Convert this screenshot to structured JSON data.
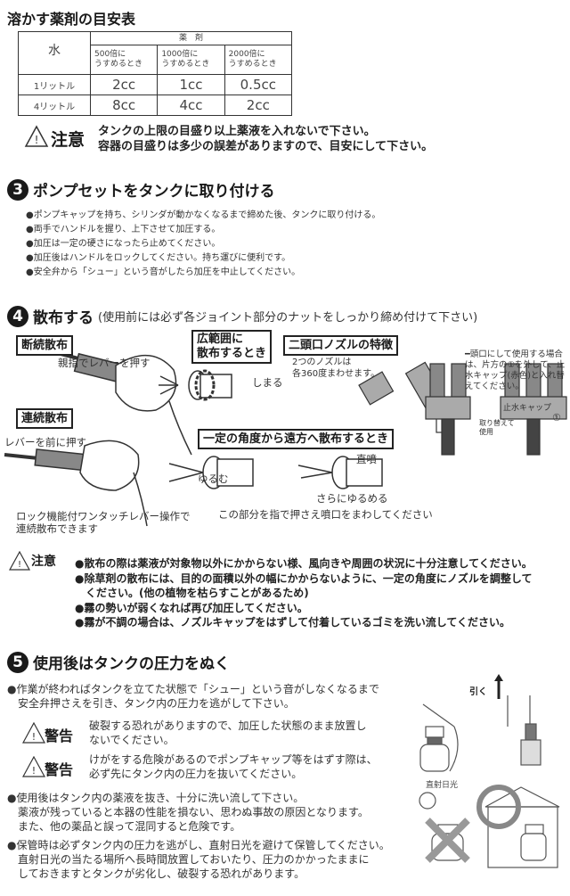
{
  "dilution_table": {
    "title": "溶かす薬剤の目安表",
    "water_header": "水",
    "chemical_header": "薬　剤",
    "columns": [
      "500倍に\nうすめるとき",
      "1000倍に\nうすめるとき",
      "2000倍に\nうすめるとき"
    ],
    "rows": [
      {
        "label": "1リットル",
        "values": [
          "2cc",
          "1cc",
          "0.5cc"
        ]
      },
      {
        "label": "4リットル",
        "values": [
          "8cc",
          "4cc",
          "2cc"
        ]
      }
    ]
  },
  "caution1": {
    "label": "注意",
    "lines": [
      "タンクの上限の目盛り以上薬液を入れないで下さい。",
      "容器の目盛りは多少の誤差がありますので、目安にして下さい。"
    ]
  },
  "section3": {
    "number": "3",
    "title": "ポンプセットをタンクに取り付ける",
    "bullets": [
      "●ポンプキャップを持ち、シリンダが動かなくなるまで締めた後、タンクに取り付ける。",
      "●両手でハンドルを握り、上下させて加圧する。",
      "●加圧は一定の硬さになったら止めてください。",
      "●加圧後はハンドルをロックしてください。持ち運びに便利です。",
      "●安全弁から「シュー」という音がしたら加圧を中止してください。"
    ]
  },
  "section4": {
    "number": "4",
    "title": "散布する",
    "subtitle": "(使用前には必ず各ジョイント部分のナットをしっかり締め付けて下さい)",
    "illustrations": {
      "intermittent": {
        "title": "断続散布",
        "note": "親指でレバーを押す"
      },
      "continuous": {
        "title": "連続散布",
        "note": "レバーを前に押す",
        "caption": [
          "ロック機能付ワンタッチレバー操作で",
          "連続散布できます"
        ]
      },
      "wide": {
        "title": [
          "広範囲に",
          "散布するとき"
        ],
        "note": "しまる"
      },
      "far": {
        "title": "一定の角度から遠方へ散布するとき",
        "loosen": "ゆるむ",
        "straight": "直噴",
        "loosen_more": "さらにゆるめる",
        "caption": "この部分を指で押さえ噴口をまわしてください"
      },
      "twin": {
        "title": "二頭口ノズルの特徴",
        "note": [
          "2つのノズルは",
          "各360度まわせます。"
        ],
        "single_note": [
          "━頭口にして使用する場合",
          "は、片方の①を外して、止",
          "水キャップ(赤色)と入れ替",
          "えてください。"
        ],
        "swap": [
          "取り替えて",
          "使用"
        ],
        "stop_cap": "止水キャップ",
        "marker": "①"
      }
    }
  },
  "caution2": {
    "label": "注意",
    "bullets": [
      "●散布の際は薬液が対象物以外にかからない様、風向きや周囲の状況に十分注意してください。",
      "●除草剤の散布には、目的の面積以外の幅にかからないように、一定の角度にノズルを調整して",
      "　ください。(他の植物を枯らすことがあるため)",
      "●霧の勢いが弱くなれば再び加圧してください。",
      "●霧が不調の場合は、ノズルキャップをはずして付着しているゴミを洗い流してください。"
    ]
  },
  "section5": {
    "number": "5",
    "title": "使用後はタンクの圧力をぬく",
    "bullet1": [
      "●作業が終わればタンクを立てた状態で「シュー」という音がしなくなるまで",
      "　安全弁押さえを引き、タンク内の圧力を逃がして下さい。"
    ],
    "warnings": [
      {
        "label": "警告",
        "lines": [
          "破裂する恐れがありますので、加圧した状態のまま放置し",
          "ないでください。"
        ]
      },
      {
        "label": "警告",
        "lines": [
          "けがをする危険があるのでポンプキャップ等をはずす際は、",
          "必ず先にタンク内の圧力を抜いてください。"
        ]
      }
    ],
    "bullet2": [
      "●使用後はタンク内の薬液を抜き、十分に洗い流して下さい。",
      "　薬液が残っていると本器の性能を損ない、思わぬ事故の原因となります。",
      "　また、他の薬品と誤って混同すると危険です。"
    ],
    "bullet3": [
      "●保管時は必ずタンク内の圧力を逃がし、直射日光を避けて保管してください。",
      "　直射日光の当たる場所へ長時間放置しておいたり、圧力のかかったままに",
      "　しておきますとタンクが劣化し、破裂する恐れがあります。"
    ],
    "pull_label": "引く",
    "sunlight_label": "直射日光"
  }
}
